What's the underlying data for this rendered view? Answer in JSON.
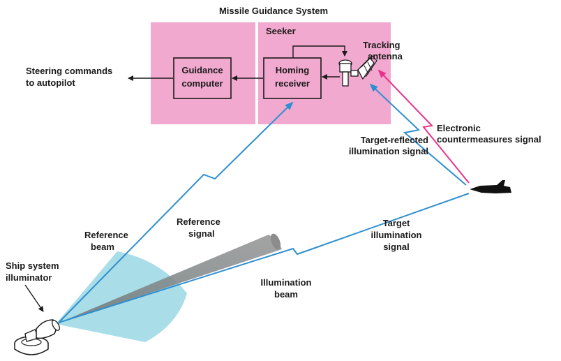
{
  "title": "Missile Guidance System",
  "seeker_label": "Seeker",
  "blocks": {
    "guidance_computer": [
      "Guidance",
      "computer"
    ],
    "homing_receiver": [
      "Homing",
      "receiver"
    ]
  },
  "labels": {
    "tracking_antenna": [
      "Tracking",
      "antenna"
    ],
    "steering_commands": [
      "Steering commands",
      "to autopilot"
    ],
    "electronic_countermeasures": [
      "Electronic",
      "countermeasures signal"
    ],
    "target_reflected": [
      "Target-reflected",
      "illumination signal"
    ],
    "reference_signal": [
      "Reference",
      "signal"
    ],
    "target_illumination": [
      "Target",
      "illumination",
      "signal"
    ],
    "reference_beam": [
      "Reference",
      "beam"
    ],
    "illumination_beam": [
      "Illumination",
      "beam"
    ],
    "ship_illuminator": [
      "Ship system",
      "illuminator"
    ]
  },
  "colors": {
    "missile_panel": "#f2a9cf",
    "reference_beam": "#a9dde8",
    "illumination_beam": "#8e8e8e",
    "signal_blue": "#2e8fd0",
    "ecm_pink": "#e8338a"
  }
}
